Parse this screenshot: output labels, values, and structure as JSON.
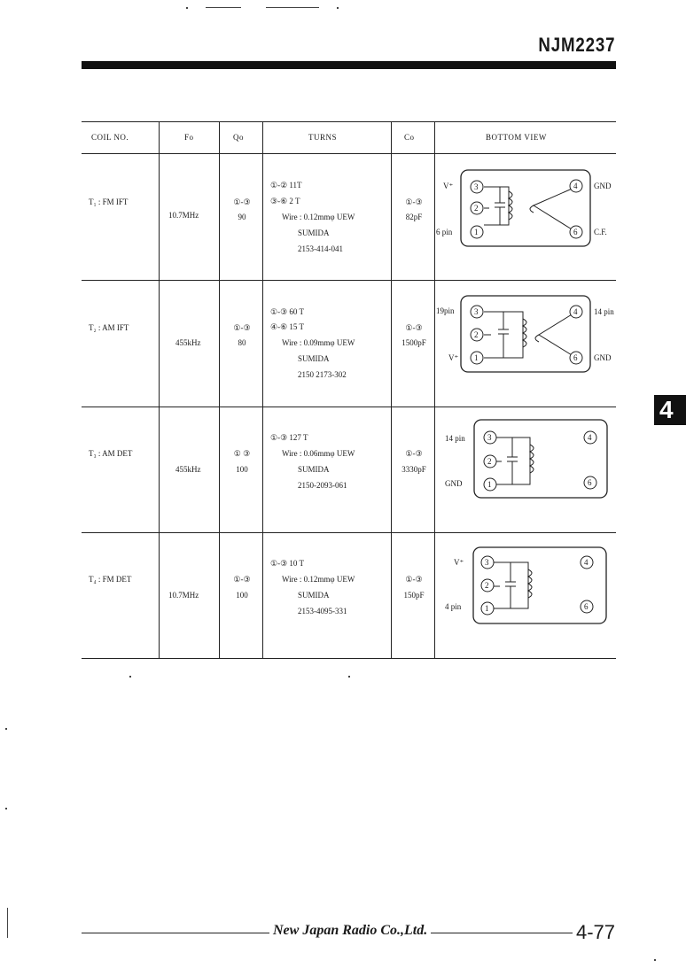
{
  "header": {
    "part_number": "NJM2237",
    "section_tab": "4"
  },
  "table": {
    "columns": [
      "COIL NO.",
      "Fo",
      "Qo",
      "TURNS",
      "Co",
      "BOTTOM VIEW"
    ],
    "rows": [
      {
        "coil": "T₁ : FM IFT",
        "fo": "10.7MHz",
        "qo_pins": "①-③",
        "qo_value": "90",
        "turns": [
          "①-② 11T",
          "③-⑥ 2 T",
          "Wire : 0.12mmφ UEW",
          "SUMIDA",
          "2153-414-041"
        ],
        "co_pins": "①-③",
        "co_value": "82pF",
        "view_labels": {
          "left_top": "V⁺",
          "left_bottom": "6 pin",
          "right_top": "GND",
          "right_bottom": "C.F."
        }
      },
      {
        "coil": "T₂ : AM IFT",
        "fo": "455kHz",
        "qo_pins": "①-③",
        "qo_value": "80",
        "turns": [
          "①-③ 60 T",
          "④-⑥ 15 T",
          "Wire : 0.09mmφ UEW",
          "SUMIDA",
          "2150 2173-302"
        ],
        "co_pins": "①-③",
        "co_value": "1500pF",
        "view_labels": {
          "left_top": "19pin",
          "left_bottom": "V⁺",
          "right_top": "14 pin",
          "right_bottom": "GND"
        }
      },
      {
        "coil": "T₃ : AM DET",
        "fo": "455kHz",
        "qo_pins": "① ③",
        "qo_value": "100",
        "turns": [
          "①-③ 127 T",
          "Wire : 0.06mmφ UEW",
          "SUMIDA",
          "2150-2093-061"
        ],
        "co_pins": "①-③",
        "co_value": "3330pF",
        "view_labels": {
          "left_top": "14 pin",
          "left_bottom": "GND",
          "right_top": "",
          "right_bottom": ""
        }
      },
      {
        "coil": "T₄ : FM DET",
        "fo": "10.7MHz",
        "qo_pins": "①-③",
        "qo_value": "100",
        "turns": [
          "①-③ 10 T",
          "Wire : 0.12mmφ UEW",
          "SUMIDA",
          "2153-4095-331"
        ],
        "co_pins": "①-③",
        "co_value": "150pF",
        "view_labels": {
          "left_top": "V⁺",
          "left_bottom": "4 pin",
          "right_top": "",
          "right_bottom": ""
        }
      }
    ],
    "pin_numbers": [
      "1",
      "2",
      "3",
      "4",
      "6"
    ]
  },
  "footer": {
    "brand": "New Japan Radio Co.,Ltd.",
    "page": "4-77"
  }
}
